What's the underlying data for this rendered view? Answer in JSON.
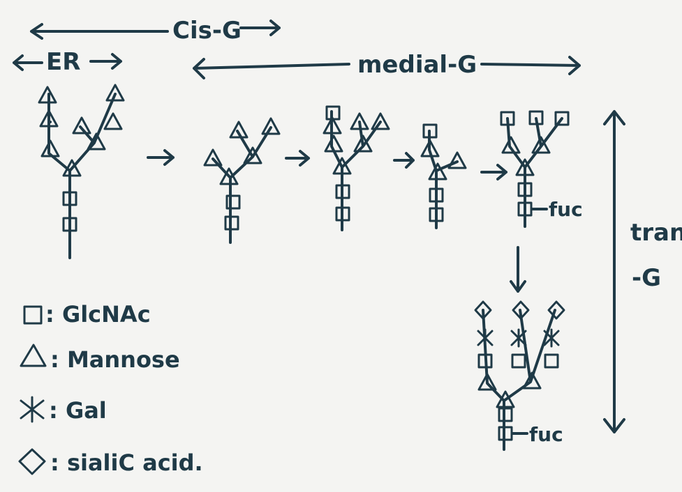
{
  "compartments": {
    "cis_golgi": "Cis-G",
    "er": "ER",
    "medial_golgi": "medial-G",
    "trans_golgi_line1": "trans",
    "trans_golgi_line2": "-G"
  },
  "modifications": {
    "fucose_1": "fuc",
    "fucose_2": "fuc"
  },
  "legend": {
    "glcnac": ": GlcNAc",
    "mannose": ": Mannose",
    "gal": ": Gal",
    "sialic_acid": ": sialiC acid."
  },
  "colors": {
    "ink": "#1f3a47",
    "paper": "#f4f4f2"
  },
  "symbols": {
    "square": "GlcNAc",
    "triangle": "Mannose",
    "star": "Gal",
    "diamond": "sialic acid"
  }
}
